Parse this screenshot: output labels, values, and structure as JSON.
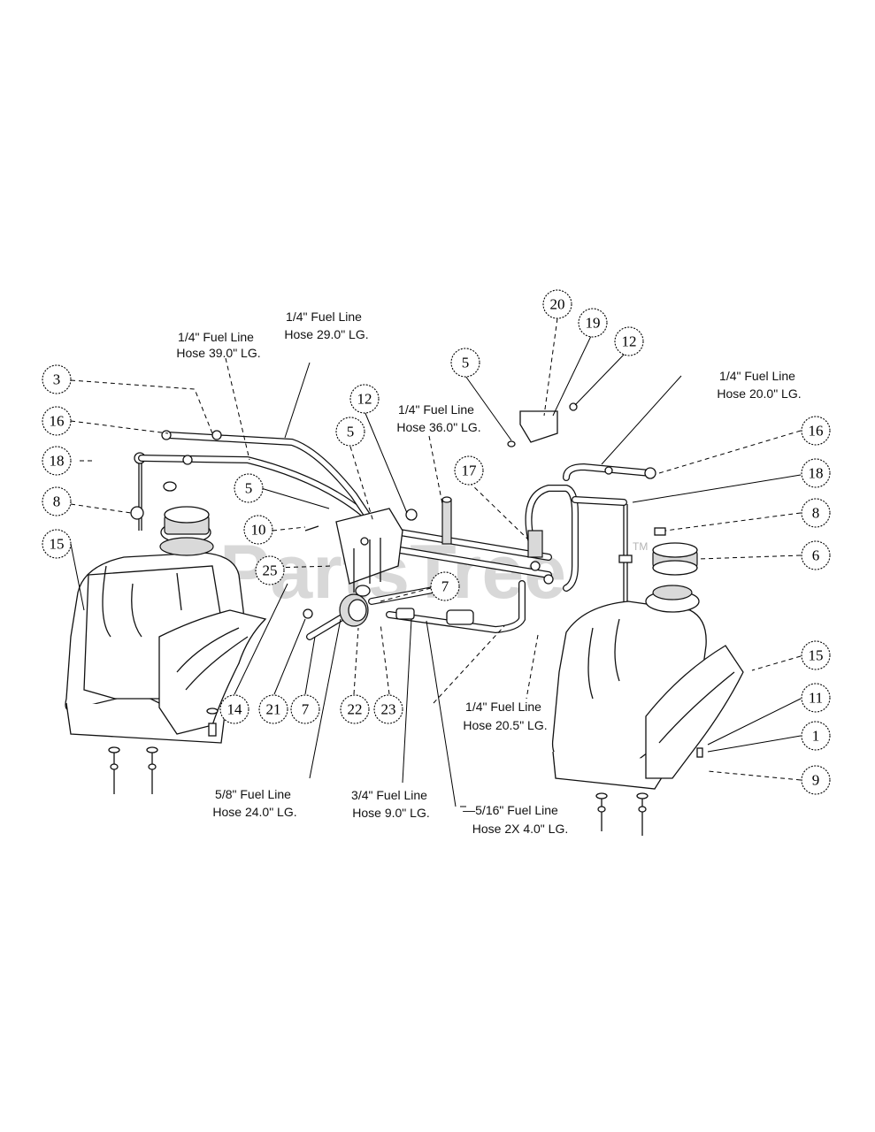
{
  "watermark": {
    "text": "PartsTree",
    "tm": "TM"
  },
  "labels": {
    "hose_39": {
      "line1": "1/4\" Fuel Line",
      "line2": "Hose 39.0\" LG."
    },
    "hose_29": {
      "line1": "1/4\" Fuel Line",
      "line2": "Hose 29.0\" LG."
    },
    "hose_36": {
      "line1": "1/4\" Fuel Line",
      "line2": "Hose 36.0\" LG."
    },
    "hose_20_0": {
      "line1": "1/4\" Fuel Line",
      "line2": "Hose 20.0\" LG."
    },
    "hose_20_5": {
      "line1": "1/4\" Fuel Line",
      "line2": "Hose 20.5\" LG."
    },
    "hose_24": {
      "line1": "5/8\" Fuel Line",
      "line2": "Hose 24.0\" LG."
    },
    "hose_9": {
      "line1": "3/4\" Fuel Line",
      "line2": "Hose 9.0\" LG."
    },
    "hose_2x4": {
      "line1": "—5/16\" Fuel Line",
      "line2": "Hose 2X 4.0\" LG."
    }
  },
  "callouts": {
    "c3": "3",
    "c16_left": "16",
    "c18_left": "18",
    "c8_left": "8",
    "c15_left": "15",
    "c5_a": "5",
    "c10": "10",
    "c25": "25",
    "c14": "14",
    "c21": "21",
    "c7_bottom": "7",
    "c22": "22",
    "c23": "23",
    "c7_mid": "7",
    "c5_b": "5",
    "c12_mid": "12",
    "c17": "17",
    "c5_c": "5",
    "c20": "20",
    "c19": "19",
    "c12_right": "12",
    "c16_right": "16",
    "c18_right": "18",
    "c8_right": "8",
    "c6": "6",
    "c15_right": "15",
    "c11": "11",
    "c1": "1",
    "c9": "9"
  }
}
